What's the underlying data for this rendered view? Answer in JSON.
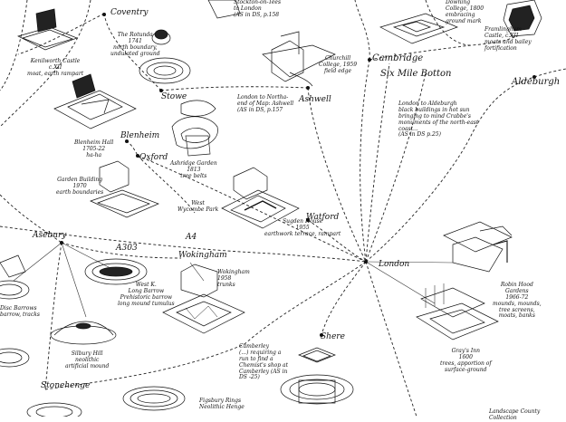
{
  "towns": {
    "coventry": "Coventry",
    "stowe": "Stowe",
    "blenheim": "Blenheim",
    "oxford": "Oxford",
    "cambridge": "Cambridge",
    "six_mile_bottom": "Six Mile Botton",
    "aldeburgh": "Aldeburgh",
    "ashwell": "Ashwell",
    "watford": "Watford",
    "london": "London",
    "wokingham": "Wokingham",
    "shere": "Shere",
    "asbury": "Asebury",
    "stonehenge": "Stonehenge",
    "road_a303": "A303",
    "road_a4": "A4"
  },
  "sites": {
    "kenilworth": "Kenilworth Castle\nc.XII\nmoat, earth rampart",
    "rotunda": "The Rotunda\n1741\nnorth boundary,\nundulated ground",
    "blenheim_hall": "Blenheim Hall\n1705-22\nha-ha",
    "garden_building": "Garden Building\n1970\nearth boundaries",
    "churchill": "Churchill\nCollege, 1959\nfield edge",
    "london_north": "London to Northa-\nend of Map: Ashwell\n(AS in DS, p.157",
    "stockton": "Stockton-on-Tees\nto London\n(AS in DS, p.158",
    "ashridge": "Ashridge Garden\n1813\ntree belts",
    "west_wycombe": "West\nWycombe Park",
    "sugden": "Sugden House\n1955\nearthwork terrace, rampart",
    "downing": "Downing\nCollege, 1800\nembracing\nground mark",
    "framlingham": "Framlingham\nCastle, c.XII\nmoats and bailey\nfortification",
    "london_aldeburgh": "London to Aldeburgh\nblack buildings in hot sun\nbringing to mind Crabbe's\nmonuments of the north-east\ncoast...\n(AS in DS p.25)",
    "robin_hood": "Robin Hood\nGardens\n1966-72\nmounds, mounds,\ntree screens,\nmoats, banks",
    "west_kennet": "West K.\nLong Barrow\nPrehistoric barrow\nlong mound tumulus",
    "wokingham_site": "Wokingham\n1958\ntrunks",
    "disc_barrows": "Disc Barrows\nbarrow, tracks",
    "silbury": "Silbury Hill\nneolithic\nartificial mound",
    "camberley": "Camberley\n(...) requiring a\nrun to find a\nChemist's shop at\nCamberley (AS in\nDS -25)",
    "greys_inn": "Gray's Inn\n1600\ntrees, apportion of\nsurface-ground",
    "figsbury": "Figsbury Rings\nNeolithic Henge",
    "london_sub": "Landscape County Collection"
  }
}
